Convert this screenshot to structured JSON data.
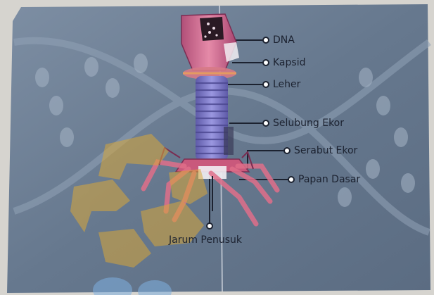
{
  "labels": {
    "dna": "DNA",
    "kapsid": "Kapsid",
    "leher": "Leher",
    "selubung_ekor": "Selubung Ekor",
    "serabut_ekor": "Serabut Ekor",
    "papan_dasar": "Papan Dasar",
    "jarum_penusuk": "Jarum Penusuk"
  },
  "colors": {
    "poster_bg": "#6f8196",
    "capsid": "#c96a8a",
    "tail_sheath": "#7b78c6",
    "watermark": "#d8a73a"
  }
}
